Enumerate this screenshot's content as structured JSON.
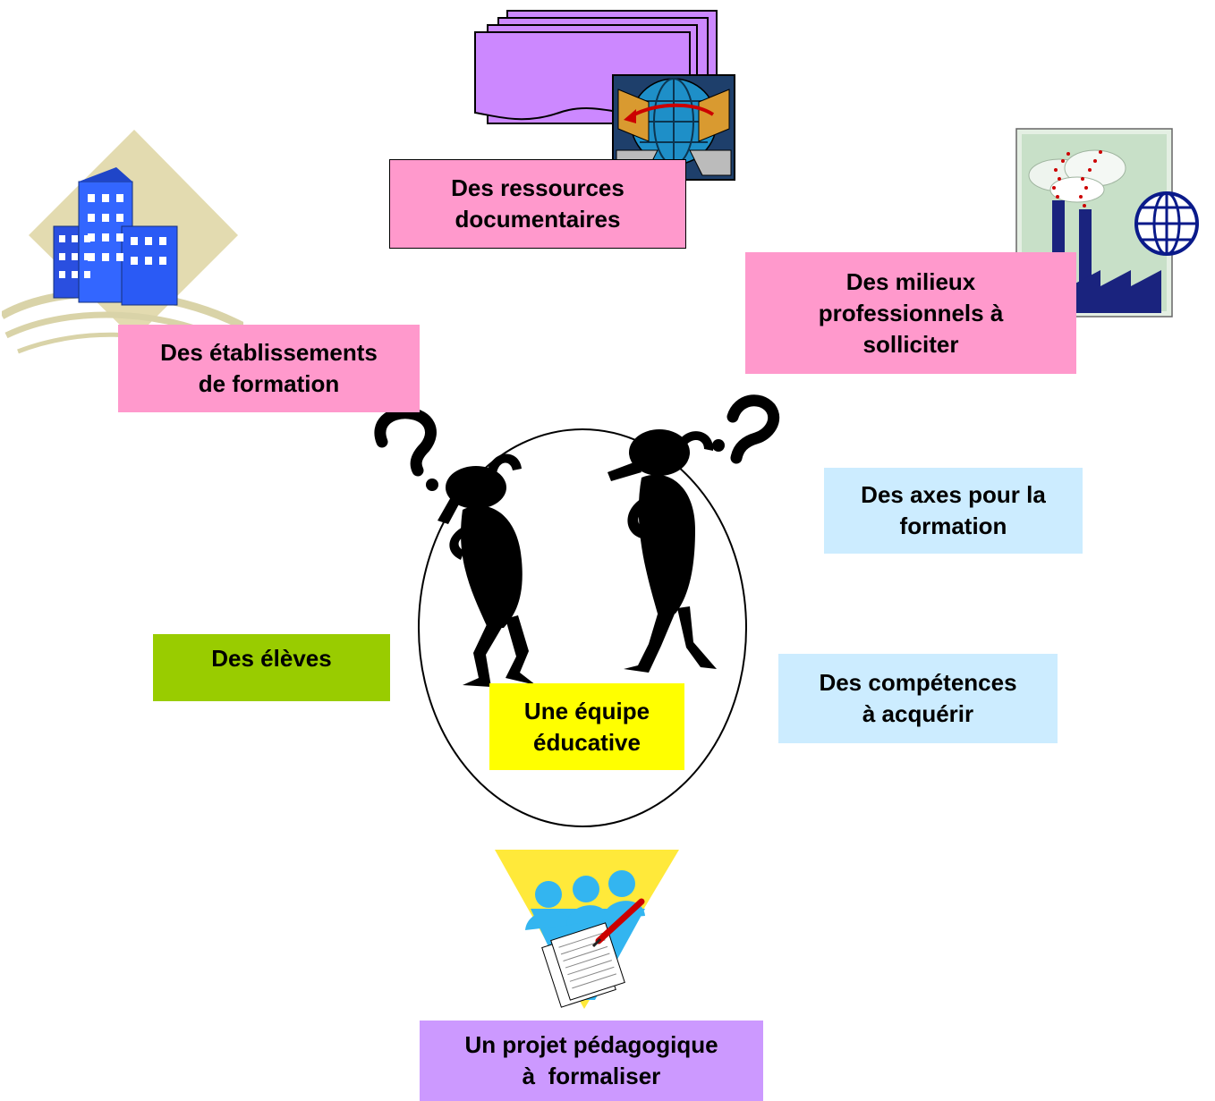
{
  "colors": {
    "pink": "#FF99CC",
    "light_blue": "#CCECFF",
    "green": "#99CC00",
    "yellow": "#FFFF00",
    "lilac": "#CC99FF",
    "purple_docs": "#CC88FF",
    "sky_blue": "#33B5F0"
  },
  "boxes": {
    "ressources": [
      "Des ressources",
      "documentaires"
    ],
    "milieux": [
      "Des milieux",
      "professionnels à",
      "solliciter"
    ],
    "etablissements": [
      "Des établissements",
      "de formation"
    ],
    "axes": [
      "Des axes pour la",
      "formation"
    ],
    "eleves": [
      "Des élèves"
    ],
    "competences": [
      "Des compétences",
      "à acquérir"
    ],
    "equipe": [
      "Une équipe",
      "éducative"
    ],
    "projet": [
      "Un projet pédagogique",
      "à  formaliser"
    ]
  },
  "icons": [
    "documents-globe-icon",
    "buildings-icon",
    "factory-globe-icon",
    "thinking-figures-icon",
    "meeting-notes-icon"
  ]
}
